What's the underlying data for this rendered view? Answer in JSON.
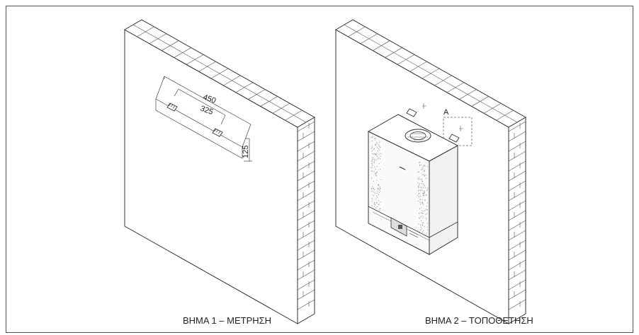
{
  "steps": [
    {
      "caption": "ΒΗΜΑ 1 – ΜΕΤΡΗΣΗ",
      "dimensions": {
        "outer": "450",
        "inner": "325",
        "height": "125"
      }
    },
    {
      "caption": "ΒΗΜΑ 2 – ΤΟΠΟΘΕΤΗΣΗ",
      "detail_label": "A"
    }
  ],
  "icons": {
    "wall": "brick-wall-icon",
    "bracket": "wall-bracket-icon",
    "boiler": "wall-boiler-icon"
  }
}
